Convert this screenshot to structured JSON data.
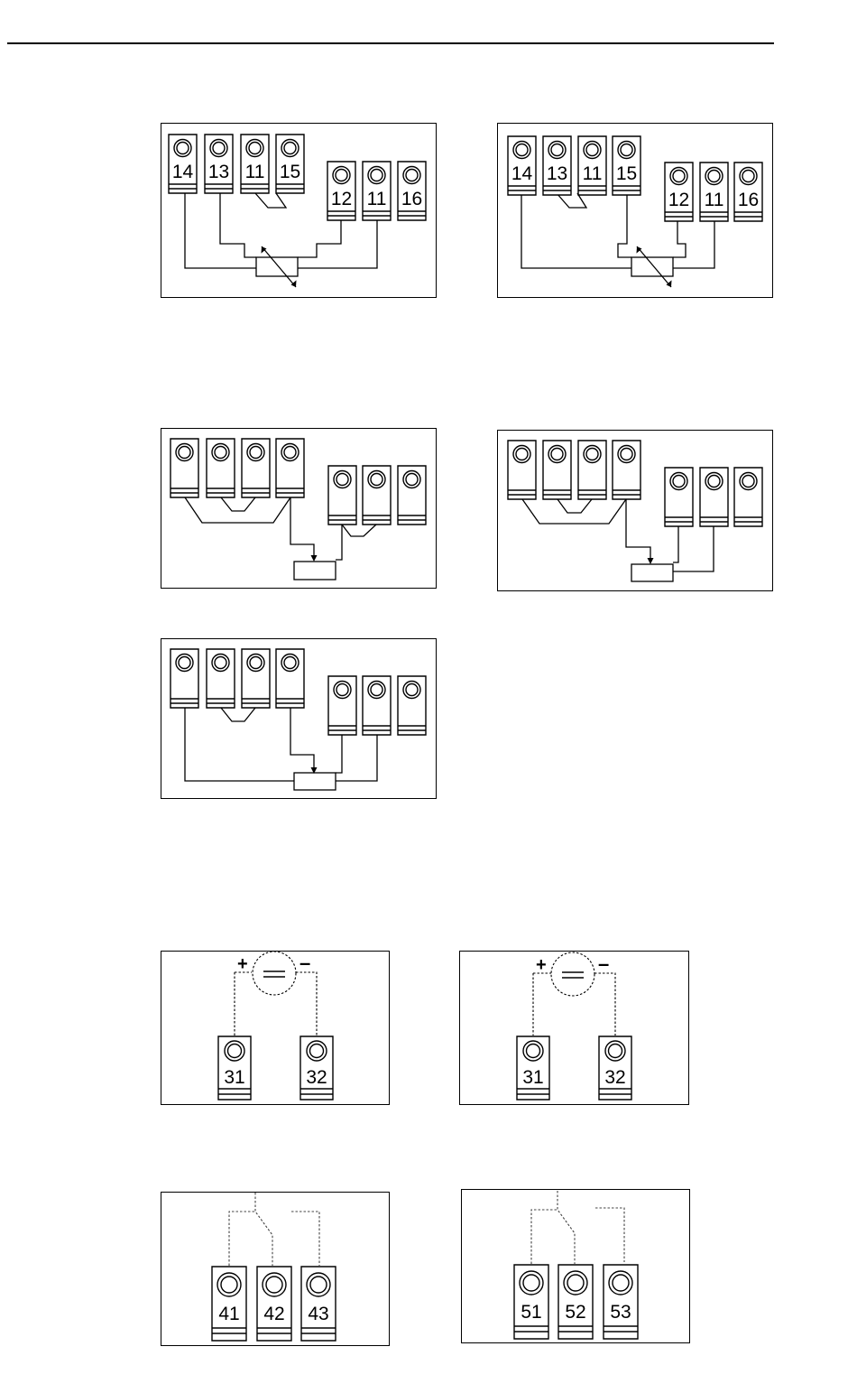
{
  "potentiometer_3wire_left": {
    "terminals": [
      "14",
      "13",
      "11",
      "15",
      "12",
      "11",
      "16"
    ]
  },
  "potentiometer_3wire_right": {
    "terminals": [
      "14",
      "13",
      "11",
      "15",
      "12",
      "11",
      "16"
    ]
  },
  "power_supply_left": {
    "plus": "+",
    "minus": "–",
    "terminals": [
      "31",
      "32"
    ]
  },
  "power_supply_right": {
    "plus": "+",
    "minus": "–",
    "terminals": [
      "31",
      "32"
    ]
  },
  "relay_1": {
    "terminals": [
      "41",
      "42",
      "43"
    ]
  },
  "relay_2": {
    "terminals": [
      "51",
      "52",
      "53"
    ]
  }
}
